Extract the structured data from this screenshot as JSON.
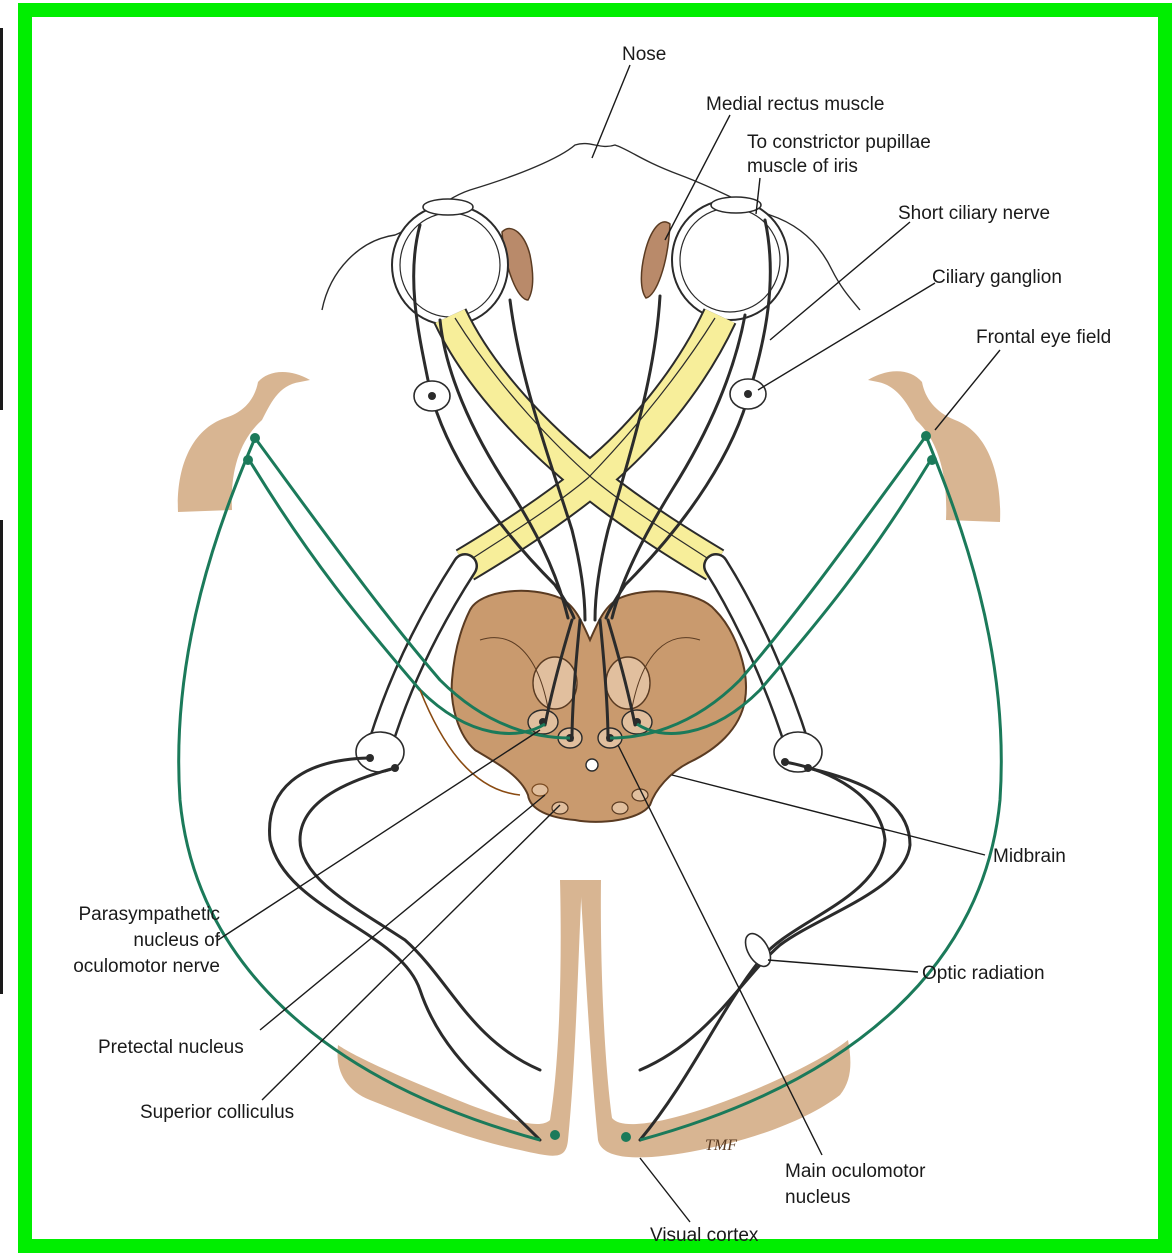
{
  "frame": {
    "border_color": "#00ee00",
    "background": "#ffffff"
  },
  "colors": {
    "optic_tract": "#f7ee9a",
    "midbrain": "#c99a6e",
    "cortex": "#d8b592",
    "pathway_green": "#1b7a5a",
    "muscle": "#b98a6a"
  },
  "labels": {
    "nose": "Nose",
    "medial_rectus": "Medial rectus muscle",
    "constrictor_1": "To constrictor pupillae",
    "constrictor_2": "muscle of iris",
    "short_ciliary": "Short ciliary nerve",
    "ciliary_ganglion": "Ciliary ganglion",
    "frontal_eye_field": "Frontal eye field",
    "midbrain": "Midbrain",
    "parasympathetic_1": "Parasympathetic",
    "parasympathetic_2": "nucleus of",
    "parasympathetic_3": "oculomotor nerve",
    "optic_radiation": "Optic radiation",
    "pretectal": "Pretectal nucleus",
    "superior_colliculus": "Superior colliculus",
    "main_oculomotor_1": "Main oculomotor",
    "main_oculomotor_2": "nucleus",
    "visual_cortex": "Visual cortex",
    "signature": "TMF"
  }
}
